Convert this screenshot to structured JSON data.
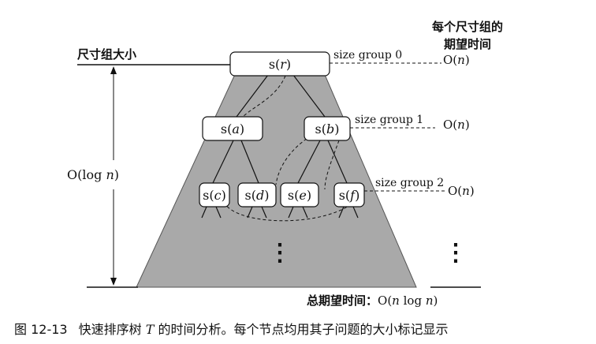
{
  "header": {
    "expected_time_per_group_line1": "每个尺寸组的",
    "expected_time_per_group_line2": "期望时间",
    "size_group_size": "尺寸组大小"
  },
  "nodes": {
    "root": {
      "fn": "s(",
      "arg": "r",
      "close": ")"
    },
    "a": {
      "fn": "s(",
      "arg": "a",
      "close": ")"
    },
    "b": {
      "fn": "s(",
      "arg": "b",
      "close": ")"
    },
    "c": {
      "fn": "s(",
      "arg": "c",
      "close": ")"
    },
    "d": {
      "fn": "s(",
      "arg": "d",
      "close": ")"
    },
    "e": {
      "fn": "s(",
      "arg": "e",
      "close": ")"
    },
    "f": {
      "fn": "s(",
      "arg": "f",
      "close": ")"
    }
  },
  "size_groups": [
    {
      "label": "size group 0",
      "time_o": "O(",
      "time_n": "n",
      "time_close": ")"
    },
    {
      "label": "size group 1",
      "time_o": "O(",
      "time_n": "n",
      "time_close": ")"
    },
    {
      "label": "size group 2",
      "time_o": "O(",
      "time_n": "n",
      "time_close": ")"
    }
  ],
  "height": {
    "o": "O(log ",
    "n": "n",
    "close": ")"
  },
  "vertical_ellipsis": "⋮",
  "total": {
    "label": "总期望时间：",
    "o": "O(",
    "n1": "n",
    "mid": " log ",
    "n2": "n",
    "close": ")"
  },
  "caption": {
    "number": "图 12-13",
    "text_before": "快速排序树 ",
    "var": "T",
    "text_after": " 的时间分析。每个节点均用其子问题的大小标记显示"
  },
  "colors": {
    "tree_fill": "#a9a9a9",
    "node_fill": "#ffffff",
    "line": "#111111"
  }
}
